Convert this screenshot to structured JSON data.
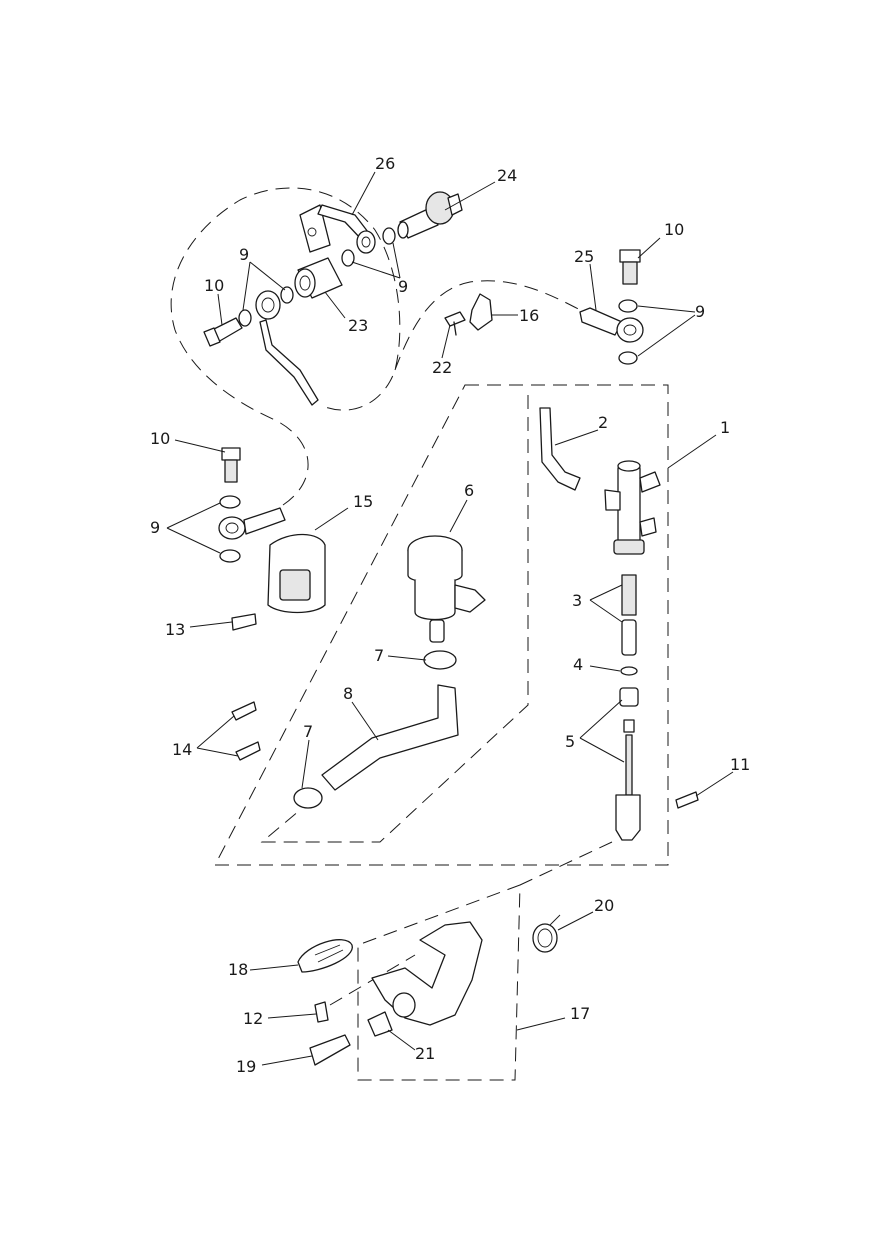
{
  "diagram": {
    "callouts": [
      {
        "id": "c1",
        "text": "1"
      },
      {
        "id": "c2",
        "text": "2"
      },
      {
        "id": "c3",
        "text": "3"
      },
      {
        "id": "c4",
        "text": "4"
      },
      {
        "id": "c5",
        "text": "5"
      },
      {
        "id": "c6",
        "text": "6"
      },
      {
        "id": "c7a",
        "text": "7"
      },
      {
        "id": "c7b",
        "text": "7"
      },
      {
        "id": "c8",
        "text": "8"
      },
      {
        "id": "c9a",
        "text": "9"
      },
      {
        "id": "c9b",
        "text": "9"
      },
      {
        "id": "c9c",
        "text": "9"
      },
      {
        "id": "c9d",
        "text": "9"
      },
      {
        "id": "c10a",
        "text": "10"
      },
      {
        "id": "c10b",
        "text": "10"
      },
      {
        "id": "c10c",
        "text": "10"
      },
      {
        "id": "c11",
        "text": "11"
      },
      {
        "id": "c12",
        "text": "12"
      },
      {
        "id": "c13",
        "text": "13"
      },
      {
        "id": "c14",
        "text": "14"
      },
      {
        "id": "c15",
        "text": "15"
      },
      {
        "id": "c16",
        "text": "16"
      },
      {
        "id": "c17",
        "text": "17"
      },
      {
        "id": "c18",
        "text": "18"
      },
      {
        "id": "c19",
        "text": "19"
      },
      {
        "id": "c20",
        "text": "20"
      },
      {
        "id": "c21",
        "text": "21"
      },
      {
        "id": "c22",
        "text": "22"
      },
      {
        "id": "c23",
        "text": "23"
      },
      {
        "id": "c24",
        "text": "24"
      },
      {
        "id": "c25",
        "text": "25"
      },
      {
        "id": "c26",
        "text": "26"
      }
    ]
  }
}
